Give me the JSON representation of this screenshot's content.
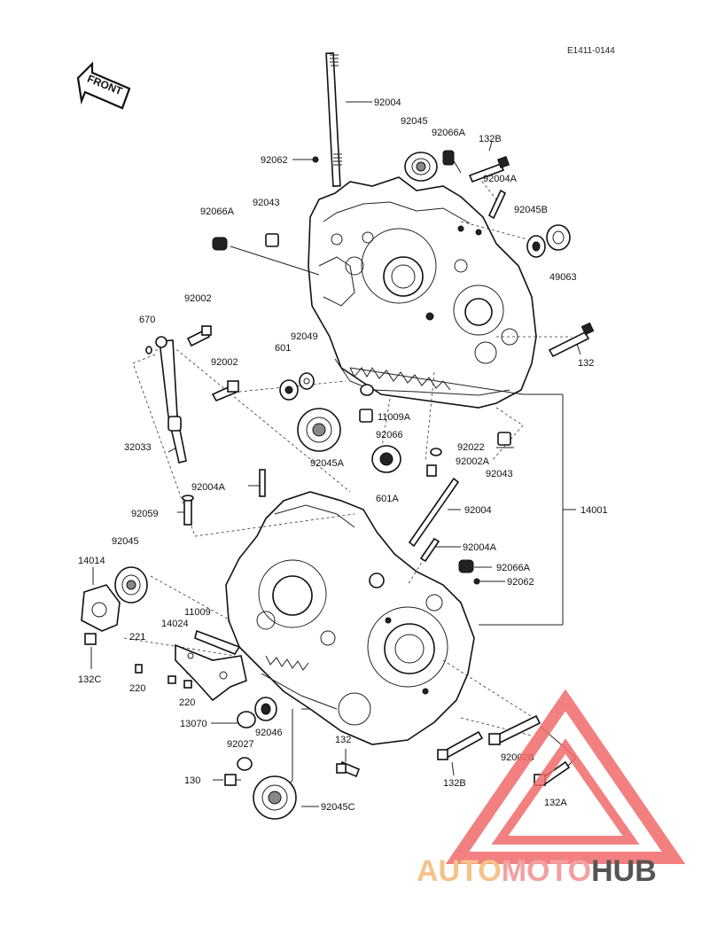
{
  "diagram": {
    "code": "E1411-0144",
    "front_label": "FRONT",
    "part_labels": {
      "p92004_top": "92004",
      "p92045_top": "92045",
      "p92066A_top": "92066A",
      "p132B_top": "132B",
      "p92062_top": "92062",
      "p92004A_right": "92004A",
      "p92066A_left": "92066A",
      "p92043_top": "92043",
      "p92045B": "92045B",
      "p49063": "49063",
      "p670": "670",
      "p92002_a": "92002",
      "p92002_b": "92002",
      "p601": "601",
      "p92049": "92049",
      "p132_right": "132",
      "p11009A": "11009A",
      "p92066": "92066",
      "p32033": "32033",
      "p92045A": "92045A",
      "p92022": "92022",
      "p92002A": "92002A",
      "p92043_right": "92043",
      "p601A": "601A",
      "p92004A_mid": "92004A",
      "p92059": "92059",
      "p92004_mid": "92004",
      "p14001": "14001",
      "p92004A_low": "92004A",
      "p92045_left": "92045",
      "p14014": "14014",
      "p92066A_low": "92066A",
      "p92062_low": "92062",
      "p11009": "11009",
      "p14024": "14024",
      "p221": "221",
      "p132C": "132C",
      "p220_a": "220",
      "p220_b": "220",
      "p13070": "13070",
      "p92046": "92046",
      "p92027": "92027",
      "p132_low": "132",
      "p130": "130",
      "p92045C": "92045C",
      "p132B_low": "132B",
      "p92002B": "92002B",
      "p132A": "132A"
    }
  },
  "watermark": {
    "part1": "AUTO",
    "part2": "MOTO",
    "part3": "HUB",
    "color_auto": "#f5c28a",
    "color_moto": "#f2a0a0",
    "color_hub": "#555555",
    "triangle_color": "#f26a6a"
  }
}
